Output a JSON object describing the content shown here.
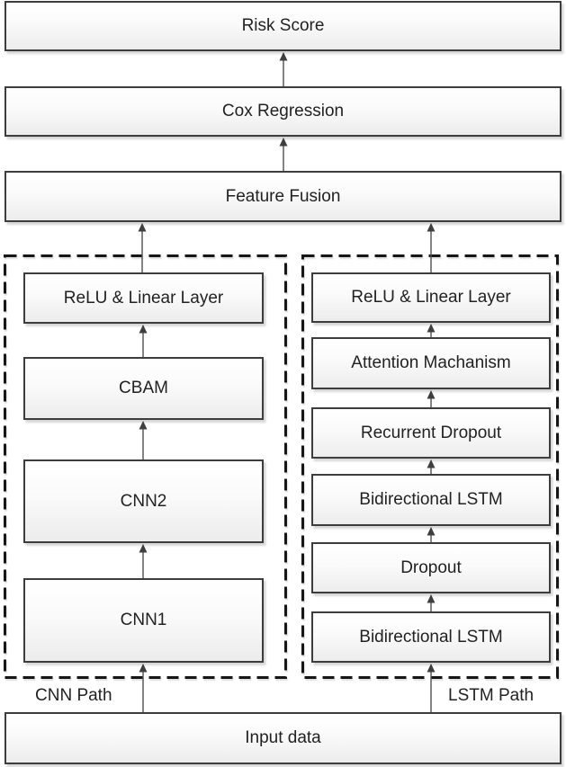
{
  "nodes": {
    "risk_score": "Risk Score",
    "cox_regression": "Cox Regression",
    "feature_fusion": "Feature Fusion",
    "input_data": "Input data"
  },
  "cnn_path": {
    "label": "CNN Path",
    "layers": [
      {
        "label": "ReLU & Linear Layer"
      },
      {
        "label": "CBAM"
      },
      {
        "label": "CNN2"
      },
      {
        "label": "CNN1"
      }
    ]
  },
  "lstm_path": {
    "label": "LSTM Path",
    "layers": [
      {
        "label": "ReLU & Linear Layer"
      },
      {
        "label": "Attention Machanism"
      },
      {
        "label": "Recurrent Dropout"
      },
      {
        "label": "Bidirectional LSTM"
      },
      {
        "label": "Dropout"
      },
      {
        "label": "Bidirectional LSTM"
      }
    ]
  },
  "colors": {
    "box_border": "#3d3d3d",
    "box_fill_top": "#ffffff",
    "box_fill_bottom": "#ececec",
    "dashed_border": "#161616",
    "arrow": "#4f4f4f",
    "text": "#222222",
    "background": "#ffffff"
  }
}
